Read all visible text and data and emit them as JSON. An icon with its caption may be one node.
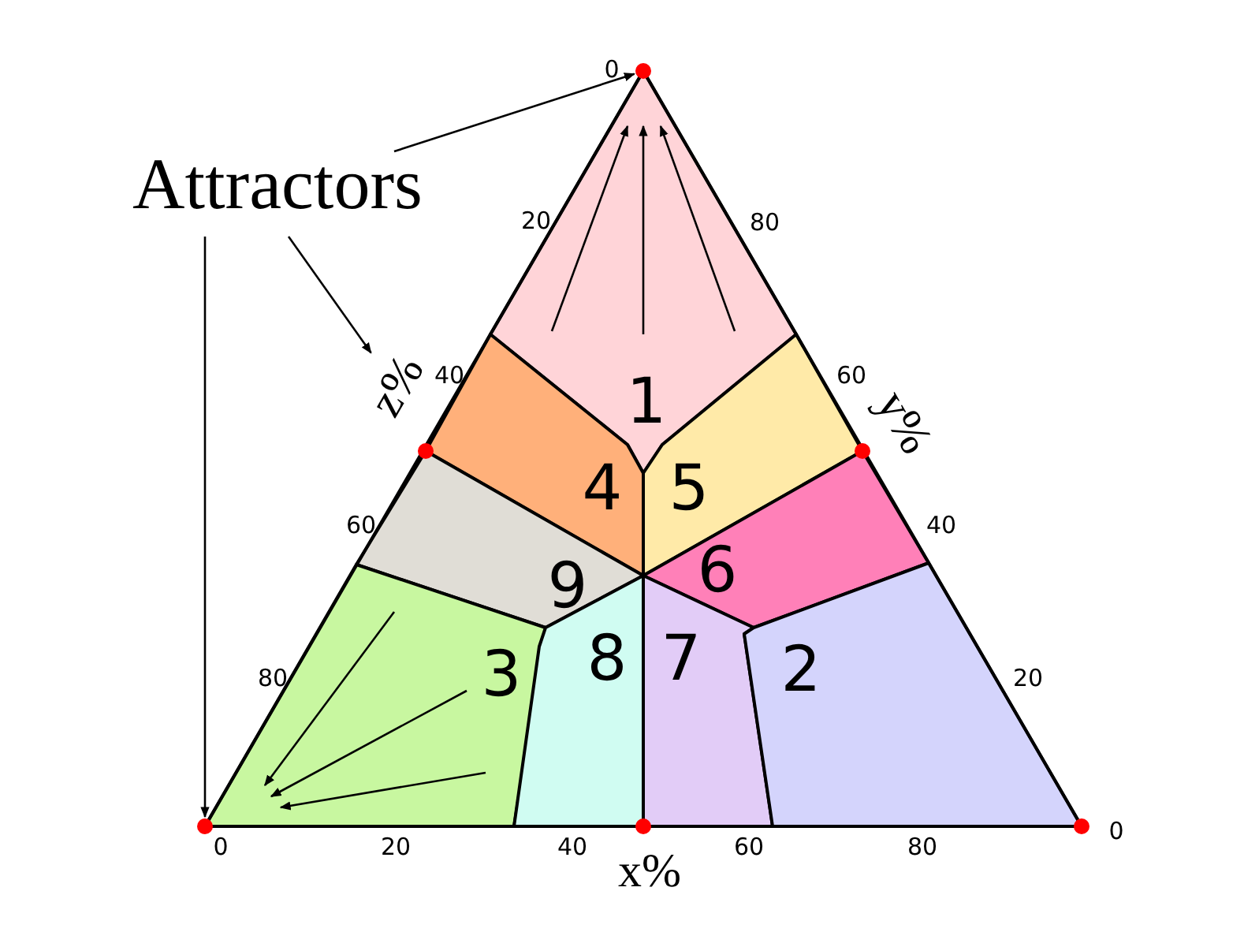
{
  "diagram": {
    "nodes": [
      {
        "text": [
          "Attractors"
        ]
      },
      {
        "text": [],
        "shape": "circle"
      },
      {
        "text": [],
        "shape": "circle"
      },
      {
        "text": [],
        "shape": "circle"
      },
      {
        "text": [],
        "shape": "circle"
      },
      {
        "text": [],
        "shape": "circle"
      },
      {
        "text": [],
        "shape": "circle"
      },
      {
        "text": [
          "1"
        ]
      },
      {
        "text": [
          "4"
        ]
      },
      {
        "text": [
          "5"
        ]
      },
      {
        "text": [
          "9"
        ]
      },
      {
        "text": [
          "6"
        ]
      },
      {
        "text": [
          "3"
        ]
      },
      {
        "text": [
          "8"
        ]
      },
      {
        "text": [
          "7"
        ]
      },
      {
        "text": [
          "2"
        ]
      },
      {
        "text": [
          "z%"
        ]
      }
    ],
    "edges": [
      {
        "from": 0,
        "to": 1,
        "arrow": "to"
      },
      {
        "from": 0,
        "to": 16,
        "arrow": "to"
      },
      {
        "from": 0,
        "to": 4,
        "arrow": "to"
      }
    ],
    "labels": [
      "0",
      "20",
      "80",
      "40",
      "60",
      "y%",
      "60",
      "40",
      "80",
      "20",
      "0",
      "20",
      "40",
      "60",
      "80",
      "0",
      "x%"
    ]
  }
}
